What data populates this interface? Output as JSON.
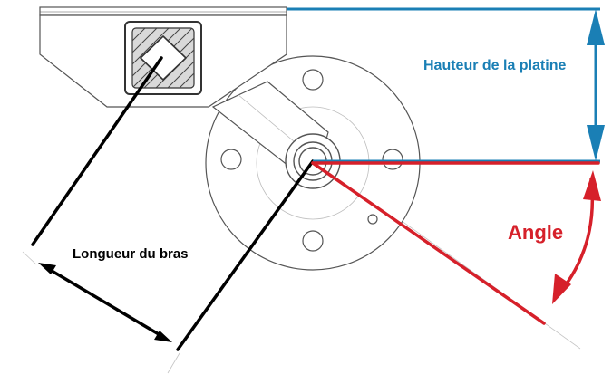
{
  "labels": {
    "platform_height": "Hauteur de la platine",
    "arm_length": "Longueur du bras",
    "angle": "Angle"
  },
  "colors": {
    "height_dimension": "#1a7fb5",
    "angle_dimension": "#d6202a",
    "arm_dimension": "#000000",
    "technical_drawing": "#555555",
    "construction_lines": "#b8b8b8"
  }
}
